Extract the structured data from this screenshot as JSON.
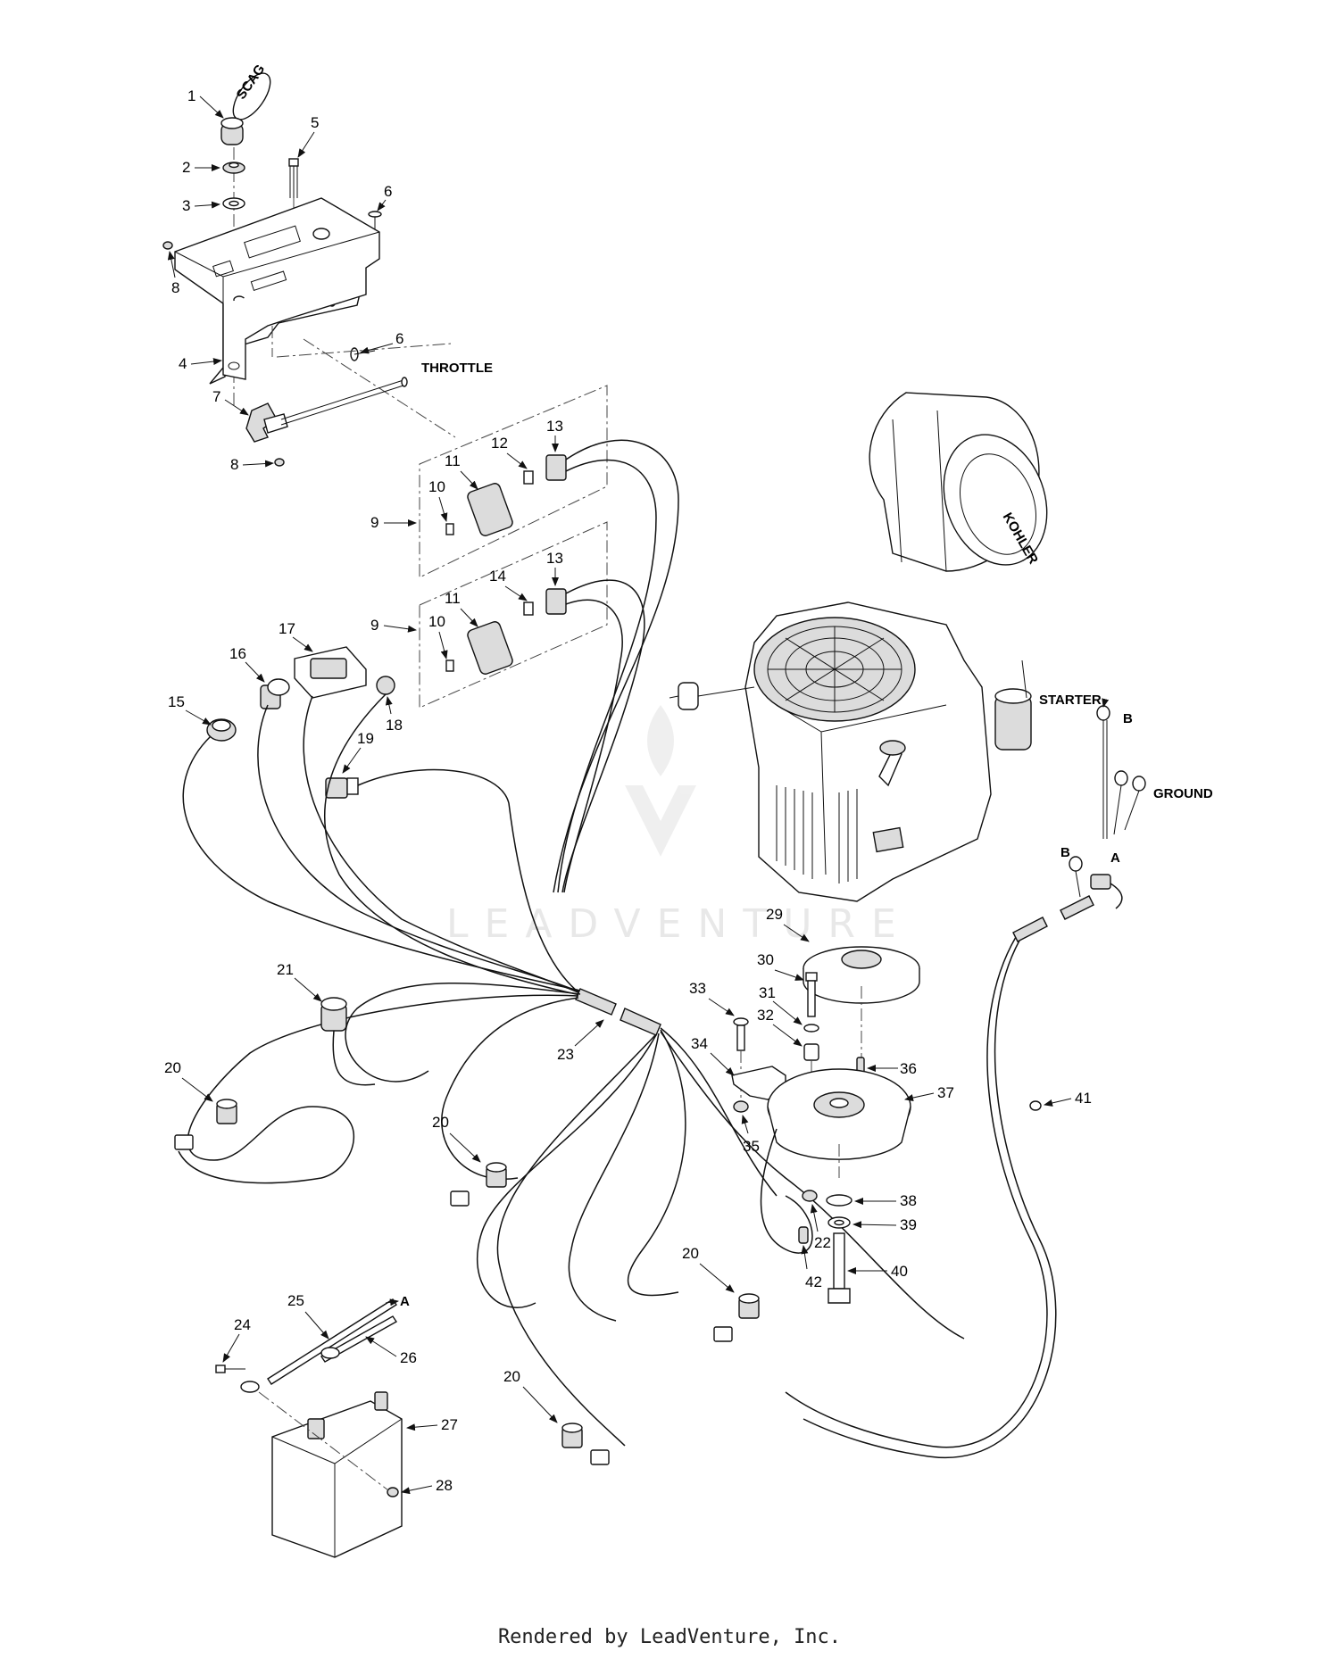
{
  "diagram": {
    "labels": {
      "throttle": "THROTTLE",
      "starter": "STARTER",
      "ground": "GROUND",
      "a": "A",
      "b": "B",
      "kohler": "KOHLER",
      "scag": "SCAG"
    },
    "watermark": "LEADVENTURE",
    "callouts": [
      "1",
      "2",
      "3",
      "4",
      "5",
      "6",
      "7",
      "8",
      "9",
      "10",
      "11",
      "12",
      "13",
      "14",
      "15",
      "16",
      "17",
      "18",
      "19",
      "20",
      "21",
      "22",
      "23",
      "24",
      "25",
      "26",
      "27",
      "28",
      "29",
      "30",
      "31",
      "32",
      "33",
      "34",
      "35",
      "36",
      "37",
      "38",
      "39",
      "40",
      "41",
      "42"
    ]
  },
  "footer": "Rendered by LeadVenture, Inc."
}
